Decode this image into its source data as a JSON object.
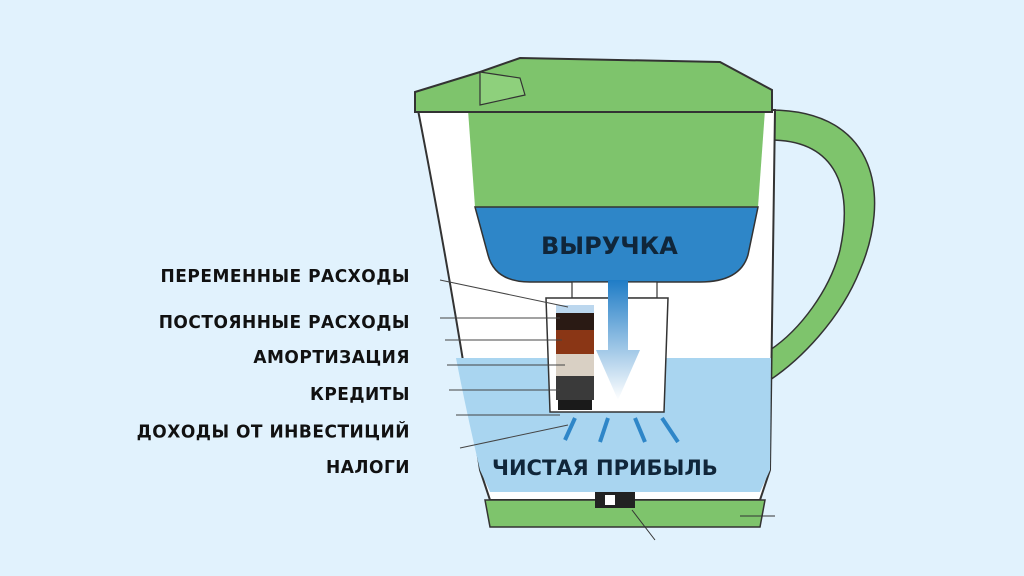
{
  "diagram": {
    "inflow_label": "ВЫРУЧКА",
    "outflow_label": "ЧИСТАЯ ПРИБЫЛЬ",
    "filter_layers": [
      "ПЕРЕМЕННЫЕ РАСХОДЫ",
      "ПОСТОЯННЫЕ РАСХОДЫ",
      "АМОРТИЗАЦИЯ",
      "КРЕДИТЫ",
      "ДОХОДЫ ОТ ИНВЕСТИЦИЙ",
      "НАЛОГИ"
    ],
    "colors": {
      "background": "#e1f2fd",
      "pitcher_green": "#7ec46c",
      "reservoir_blue": "#2e86c8",
      "water_light": "#a9d5f0"
    }
  }
}
